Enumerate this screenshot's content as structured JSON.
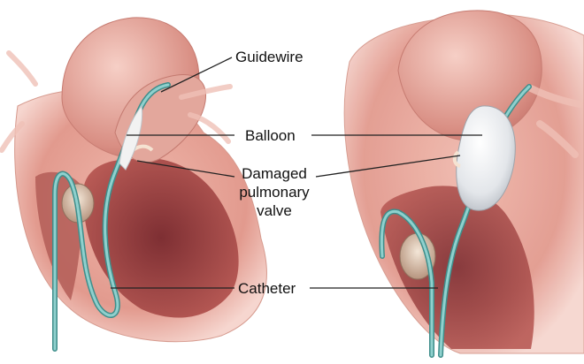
{
  "labels": {
    "guidewire": "Guidewire",
    "balloon": "Balloon",
    "damaged_valve": [
      "Damaged",
      "pulmonary",
      "valve"
    ],
    "catheter": "Catheter"
  },
  "colors": {
    "background": "#ffffff",
    "heart_tissue": "#e9a99c",
    "aorta": "#edb6ab",
    "chamber_interior": "#a54c4a",
    "catheter_wire": "#6bb7b5",
    "balloon": "#e9ecef",
    "leader_line": "#222222"
  },
  "panels": [
    "before-balloon-inflation",
    "balloon-inflated"
  ]
}
